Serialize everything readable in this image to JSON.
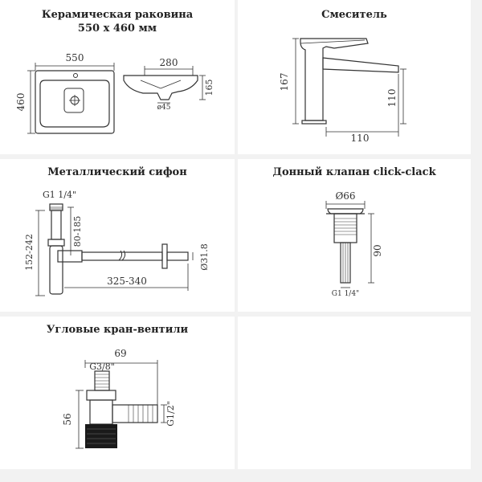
{
  "panels": {
    "sink": {
      "title_line1": "Керамическая раковина",
      "title_line2": "550 x 460 мм",
      "dim_width": "550",
      "dim_height": "460",
      "dim_side_width": "280",
      "dim_side_height": "165",
      "dim_drain": "ø45"
    },
    "mixer": {
      "title": "Смеситель",
      "dim_height": "167",
      "dim_spout_height": "110",
      "dim_base": "110"
    },
    "siphon": {
      "title": "Металлический сифон",
      "dim_thread": "G1 1/4\"",
      "dim_height": "152-242",
      "dim_adjust": "80-185",
      "dim_length": "325-340",
      "dim_diameter": "Ø31.8"
    },
    "valve": {
      "title": "Донный клапан click-clack",
      "dim_diameter": "Ø66",
      "dim_height": "90",
      "dim_thread": "G1 1/4\""
    },
    "angle_valve": {
      "title": "Угловые кран-вентили",
      "dim_width": "69",
      "dim_thread_top": "G3/8\"",
      "dim_height": "56",
      "dim_thread_side": "G1/2\""
    }
  },
  "colors": {
    "background": "#f2f2f2",
    "panel": "#ffffff",
    "line": "#333333",
    "dark_fill": "#1a1a1a"
  }
}
